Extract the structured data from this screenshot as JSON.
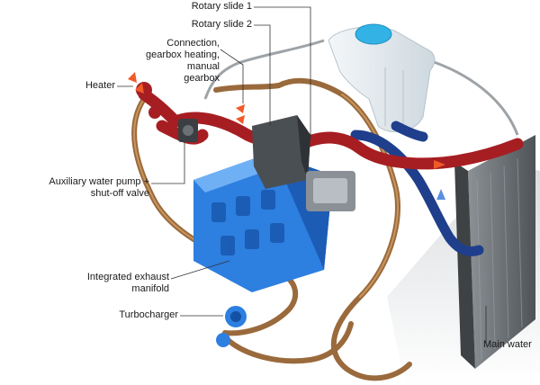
{
  "labels": {
    "rotary_slide_1": "Rotary slide 1",
    "rotary_slide_2": "Rotary slide 2",
    "connection": "Connection,\ngearbox heating,\nmanual\ngearbox",
    "heater": "Heater",
    "aux_pump": "Auxiliary water pump +\nshut-off valve",
    "exhaust_manifold": "Integrated exhaust\nmanifold",
    "turbocharger": "Turbocharger",
    "main_water": "Main water"
  },
  "colors": {
    "hot_coolant": "#a61e22",
    "cold_coolant": "#1f3f8c",
    "bronze_pipe": "#9a6a3c",
    "engine_blue": "#2d7fe0",
    "expansion_tank": "#e6eef3",
    "tank_cap": "#33b2e6",
    "radiator": "#6a6f73",
    "flow_arrow": "#f05a28"
  }
}
